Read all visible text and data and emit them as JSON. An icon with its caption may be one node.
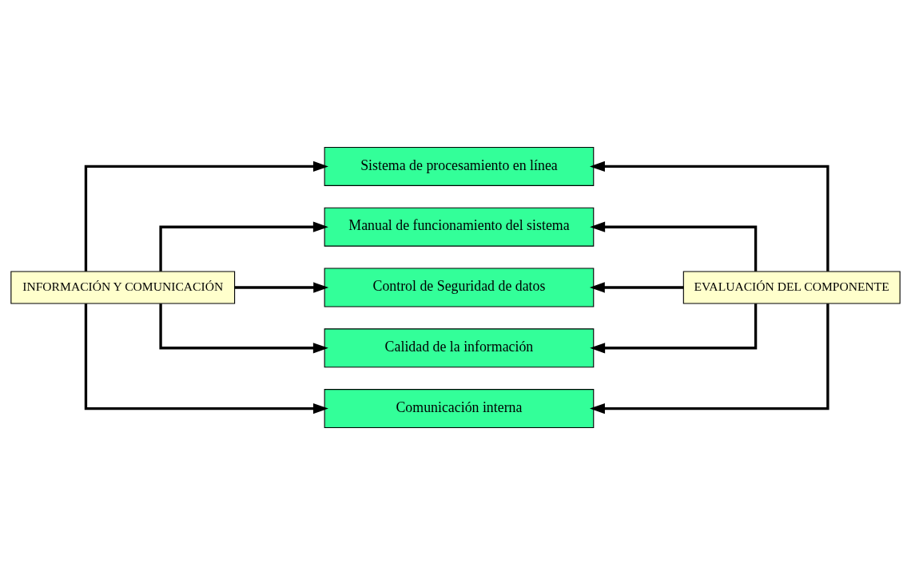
{
  "diagram": {
    "nodes": [
      {
        "text": [
          "INFORMACIÓN Y COMUNICACIÓN"
        ]
      },
      {
        "text": [
          "EVALUACIÓN DEL COMPONENTE"
        ]
      },
      {
        "text": [
          "Sistema de procesamiento en línea"
        ]
      },
      {
        "text": [
          "Manual de funcionamiento del sistema"
        ]
      },
      {
        "text": [
          "Control de Seguridad de datos"
        ]
      },
      {
        "text": [
          "Calidad de la información"
        ]
      },
      {
        "text": [
          "Comunicación interna"
        ]
      }
    ],
    "edges": [
      {
        "from": 0,
        "to": 2,
        "arrow": "to"
      },
      {
        "from": 0,
        "to": 3,
        "arrow": "to"
      },
      {
        "from": 0,
        "to": 4,
        "arrow": "to"
      },
      {
        "from": 0,
        "to": 5,
        "arrow": "to"
      },
      {
        "from": 0,
        "to": 6,
        "arrow": "to"
      },
      {
        "from": 1,
        "to": 2,
        "arrow": "to"
      },
      {
        "from": 1,
        "to": 3,
        "arrow": "to"
      },
      {
        "from": 1,
        "to": 4,
        "arrow": "to"
      },
      {
        "from": 1,
        "to": 5,
        "arrow": "to"
      },
      {
        "from": 1,
        "to": 6,
        "arrow": "to"
      }
    ]
  }
}
